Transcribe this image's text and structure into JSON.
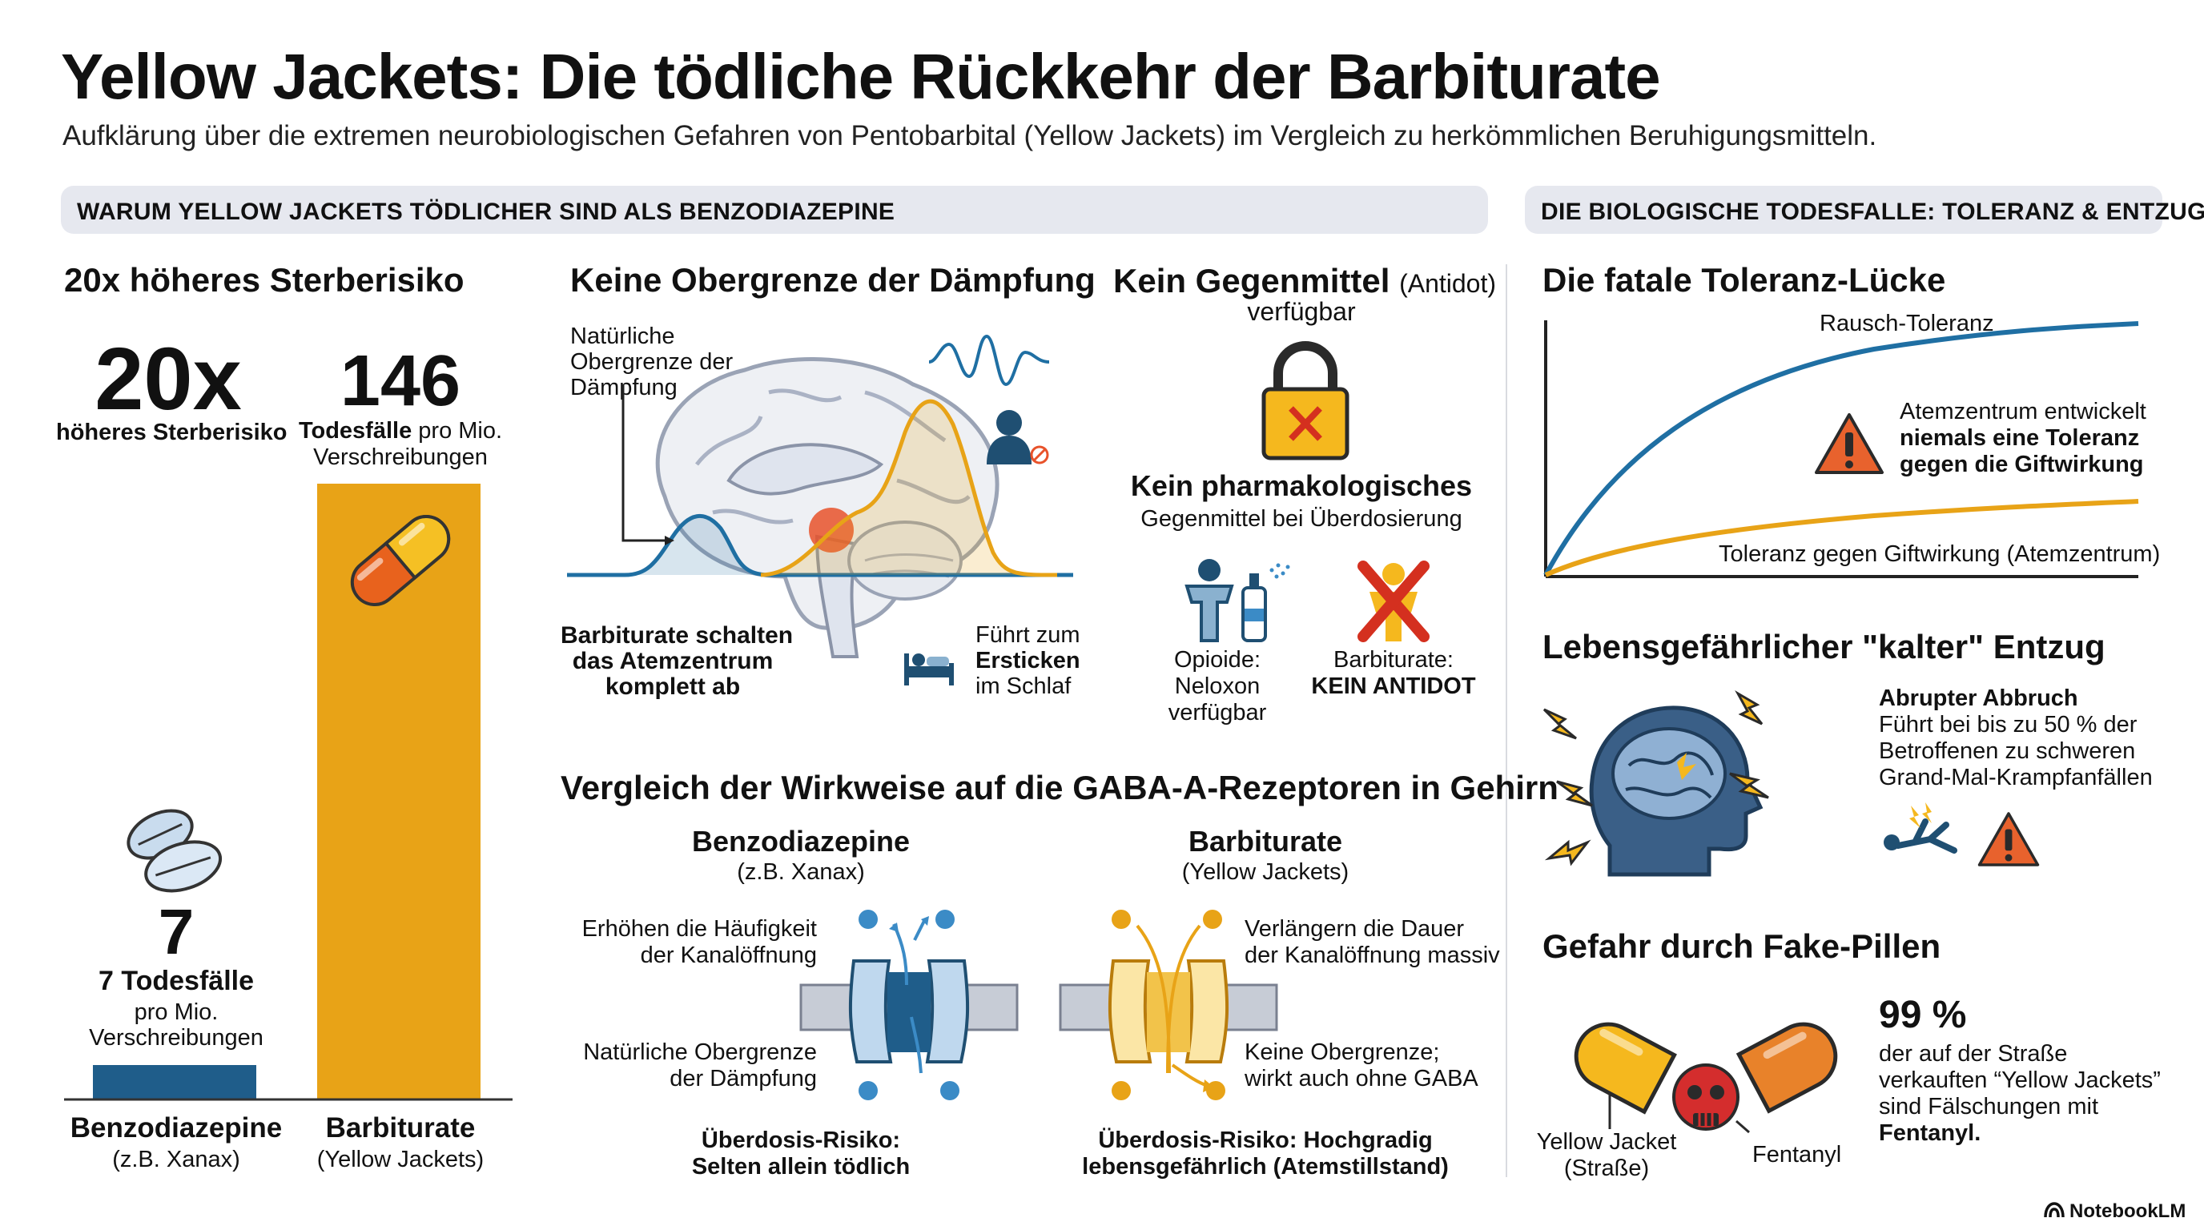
{
  "title": "Yellow Jackets: Die tödliche Rückkehr der Barbiturate",
  "subtitle": "Aufklärung über die extremen neurobiologischen Gefahren von Pentobarbital (Yellow Jackets) im Vergleich zu herkömmlichen Beruhigungsmitteln.",
  "banners": {
    "left": "WARUM YELLOW JACKETS TÖDLICHER SIND ALS BENZODIAZEPINE",
    "right": "DIE BIOLOGISCHE TODESFALLE: TOLERANZ & ENTZUG"
  },
  "risk": {
    "heading": "20x höheres Sterberisiko",
    "factor": "20x",
    "factor_label": "höheres Sterberisiko",
    "barb_number": "146",
    "barb_label_bold": "Todesfälle",
    "barb_label_rest": "pro Mio.",
    "barb_label_line2": "Verschreibungen",
    "benzo_number": "7",
    "benzo_label_bold": "7 Todesfälle",
    "benzo_label_line2": "pro Mio.",
    "benzo_label_line3": "Verschreibungen",
    "benzo_name": "Benzodiazepine",
    "benzo_example": "(z.B. Xanax)",
    "barb_name": "Barbiturate",
    "barb_example": "(Yellow Jackets)",
    "bars": [
      {
        "name": "Benzodiazepine",
        "value": 7,
        "color": "#1f5d8a"
      },
      {
        "name": "Barbiturate",
        "value": 146,
        "color": "#e8a317"
      }
    ]
  },
  "ceiling": {
    "heading": "Keine Obergrenze der Dämpfung",
    "natural_line1": "Natürliche",
    "natural_line2": "Obergrenze der",
    "natural_line3": "Dämpfung",
    "shutdown_line1": "Barbiturate schalten",
    "shutdown_line2": "das Atemzentrum",
    "shutdown_line3": "komplett ab",
    "suffocate_line1": "Führt zum",
    "suffocate_line2": "Ersticken",
    "suffocate_line3": "im Schlaf"
  },
  "antidote": {
    "heading_bold": "Kein Gegenmittel",
    "heading_rest": "(Antidot)",
    "heading_line2": "verfügbar",
    "none_bold": "Kein pharmakologisches",
    "none_line2": "Gegenmittel bei Überdosierung",
    "opioid_line1": "Opioide:",
    "opioid_line2": "Neloxon",
    "opioid_line3": "verfügbar",
    "barb_line1": "Barbiturate:",
    "barb_line2": "KEIN ANTIDOT"
  },
  "gaba": {
    "heading": "Vergleich der Wirkweise auf die GABA-A-Rezeptoren in Gehirn",
    "benzo_title": "Benzodiazepine",
    "benzo_example": "(z.B. Xanax)",
    "benzo_effect_line1": "Erhöhen die Häufigkeit",
    "benzo_effect_line2": "der Kanalöffnung",
    "benzo_limit_line1": "Natürliche Obergrenze",
    "benzo_limit_line2": "der Dämpfung",
    "benzo_risk_line1": "Überdosis-Risiko:",
    "benzo_risk_line2": "Selten allein tödlich",
    "barb_title": "Barbiturate",
    "barb_example": "(Yellow Jackets)",
    "barb_effect_line1": "Verlängern die Dauer",
    "barb_effect_line2": "der Kanalöffnung massiv",
    "barb_limit_line1": "Keine Obergrenze;",
    "barb_limit_line2": "wirkt auch ohne GABA",
    "barb_risk_line1": "Überdosis-Risiko: Hochgradig",
    "barb_risk_line2": "lebensgefährlich (Atemstillstand)"
  },
  "tolerance": {
    "heading": "Die fatale Toleranz-Lücke",
    "high_label": "Rausch-Toleranz",
    "warning_line1": "Atemzentrum entwickelt",
    "warning_line2": "niemals eine Toleranz",
    "warning_line3": "gegen die Giftwirkung",
    "low_label": "Toleranz gegen Giftwirkung (Atemzentrum)",
    "colors": {
      "high": "#1f6fa3",
      "low": "#e8a317"
    }
  },
  "withdrawal": {
    "heading": "Lebensgefährlicher \"kalter\" Entzug",
    "line1": "Abrupter Abbruch",
    "line2": "Führt bei bis zu 50 % der",
    "line3": "Betroffenen zu schweren",
    "line4": "Grand-Mal-Krampfanfällen"
  },
  "fake": {
    "heading": "Gefahr durch Fake-Pillen",
    "percent": "99 %",
    "line1": "der auf der Straße",
    "line2": "verkauften “Yellow Jackets”",
    "line3": "sind Fälschungen mit",
    "line4": "Fentanyl.",
    "pill_label_line1": "Yellow Jacket",
    "pill_label_line2": "(Straße)",
    "fentanyl_label": "Fentanyl"
  },
  "brand": "NotebookLM"
}
